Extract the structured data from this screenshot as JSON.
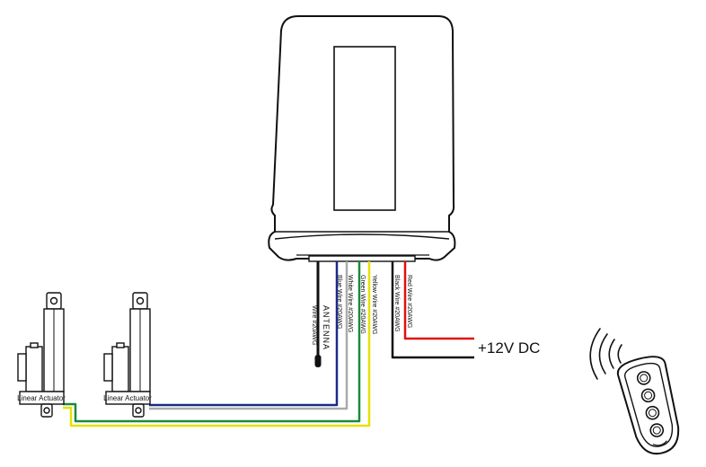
{
  "diagram": {
    "power_label": "+12V DC",
    "antenna": {
      "label": "ANTENNA",
      "wire": "Wire #20AWG"
    },
    "wires": [
      {
        "label": "Blue Wire #20AWG",
        "color": "#1a2a8c"
      },
      {
        "label": "White Wire #20AWG",
        "color": "#aaaaaa"
      },
      {
        "label": "Green Wire #20AWG",
        "color": "#1a8a3a"
      },
      {
        "label": "Yellow Wire #20AWG",
        "color": "#e8e000"
      },
      {
        "label": "Black Wire #20AWG",
        "color": "#111111"
      },
      {
        "label": "Red Wire #20AWG",
        "color": "#e01010"
      }
    ],
    "actuators": [
      {
        "label": "Linear Actuator"
      },
      {
        "label": "Linear Actuator"
      }
    ],
    "remote_icon": "remote-control-icon",
    "signal_icon": "wireless-signal-icon"
  }
}
